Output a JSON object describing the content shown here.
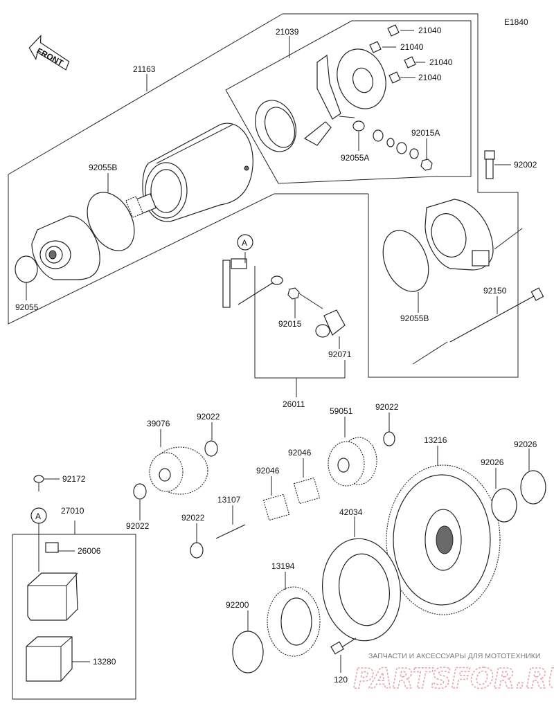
{
  "diagram_code": "E1840",
  "front_label": "FRONT",
  "parts": {
    "p21163": "21163",
    "p21039": "21039",
    "p21040a": "21040",
    "p21040b": "21040",
    "p21040c": "21040",
    "p21040d": "21040",
    "p92055B_top": "92055B",
    "p92055": "92055",
    "p92055A": "92055A",
    "p92015A": "92015A",
    "p92002": "92002",
    "p92055B_right": "92055B",
    "p92150": "92150",
    "p92015": "92015",
    "p92071": "92071",
    "p26011": "26011",
    "p39076": "39076",
    "p92022_a": "92022",
    "p92022_b": "92022",
    "p92022_c": "92022",
    "p92022_d": "92022",
    "p59051": "59051",
    "p13216": "13216",
    "p92026_a": "92026",
    "p92026_b": "92026",
    "p92046_a": "92046",
    "p92046_b": "92046",
    "p92172": "92172",
    "p27010": "27010",
    "p13107": "13107",
    "p42034": "42034",
    "p26006": "26006",
    "p13194": "13194",
    "p92200": "92200",
    "p13280": "13280",
    "p120": "120"
  },
  "callout_a_top": "A",
  "callout_a_left": "A",
  "watermark": {
    "tagline": "ЗАПЧАСТИ И АКСЕССУАРЫ ДЛЯ МОТОТЕХНИКИ",
    "brand": "PARTSFOR.RU"
  }
}
